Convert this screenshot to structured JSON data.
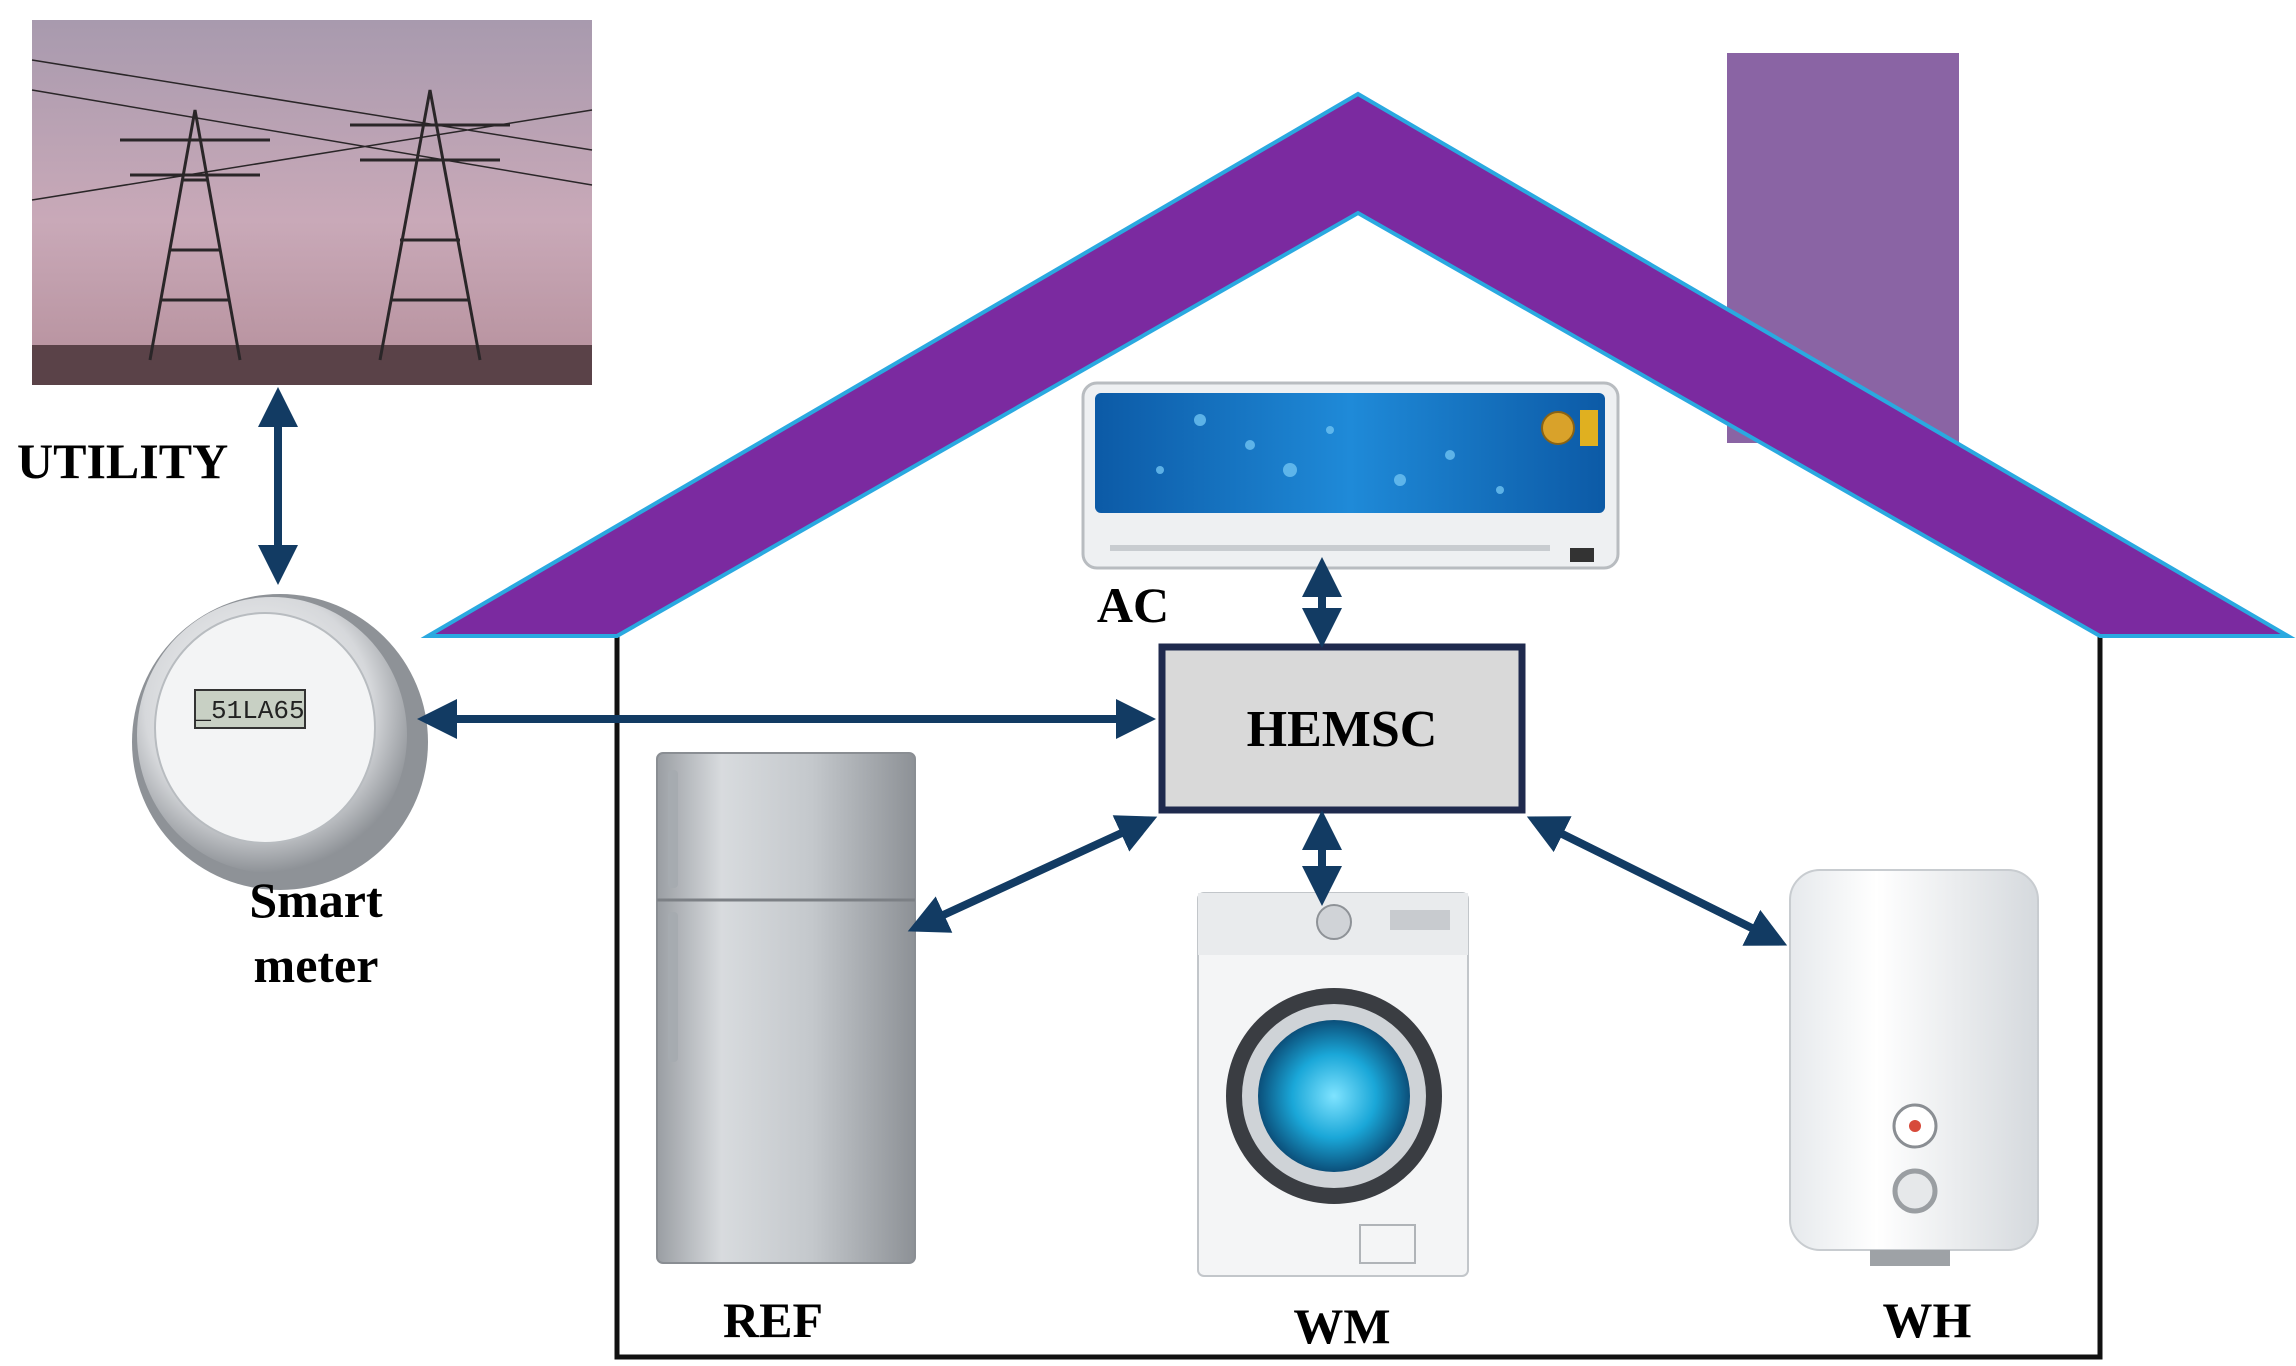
{
  "labels": {
    "utility": "UTILITY",
    "smart_meter_line1": "Smart",
    "smart_meter_line2": "meter",
    "hemsc": "HEMSC",
    "ac": "AC",
    "ref": "REF",
    "wm": "WM",
    "wh": "WH",
    "meter_display": "_51LA65"
  },
  "colors": {
    "roof": "#7b2aa0",
    "roof_edge": "#2aa9e0",
    "chimney": "#8a64a4",
    "arrow": "#123b63",
    "hemsc_fill": "#d9d9d9",
    "hemsc_border": "#1f2a4e",
    "house_outline": "#111111",
    "ac_panel": "#1478c8"
  },
  "icons": {
    "utility": "transmission-tower-photo",
    "meter": "smart-meter-icon",
    "ac": "air-conditioner-icon",
    "ref": "refrigerator-icon",
    "wm": "washing-machine-icon",
    "wh": "water-heater-icon"
  }
}
